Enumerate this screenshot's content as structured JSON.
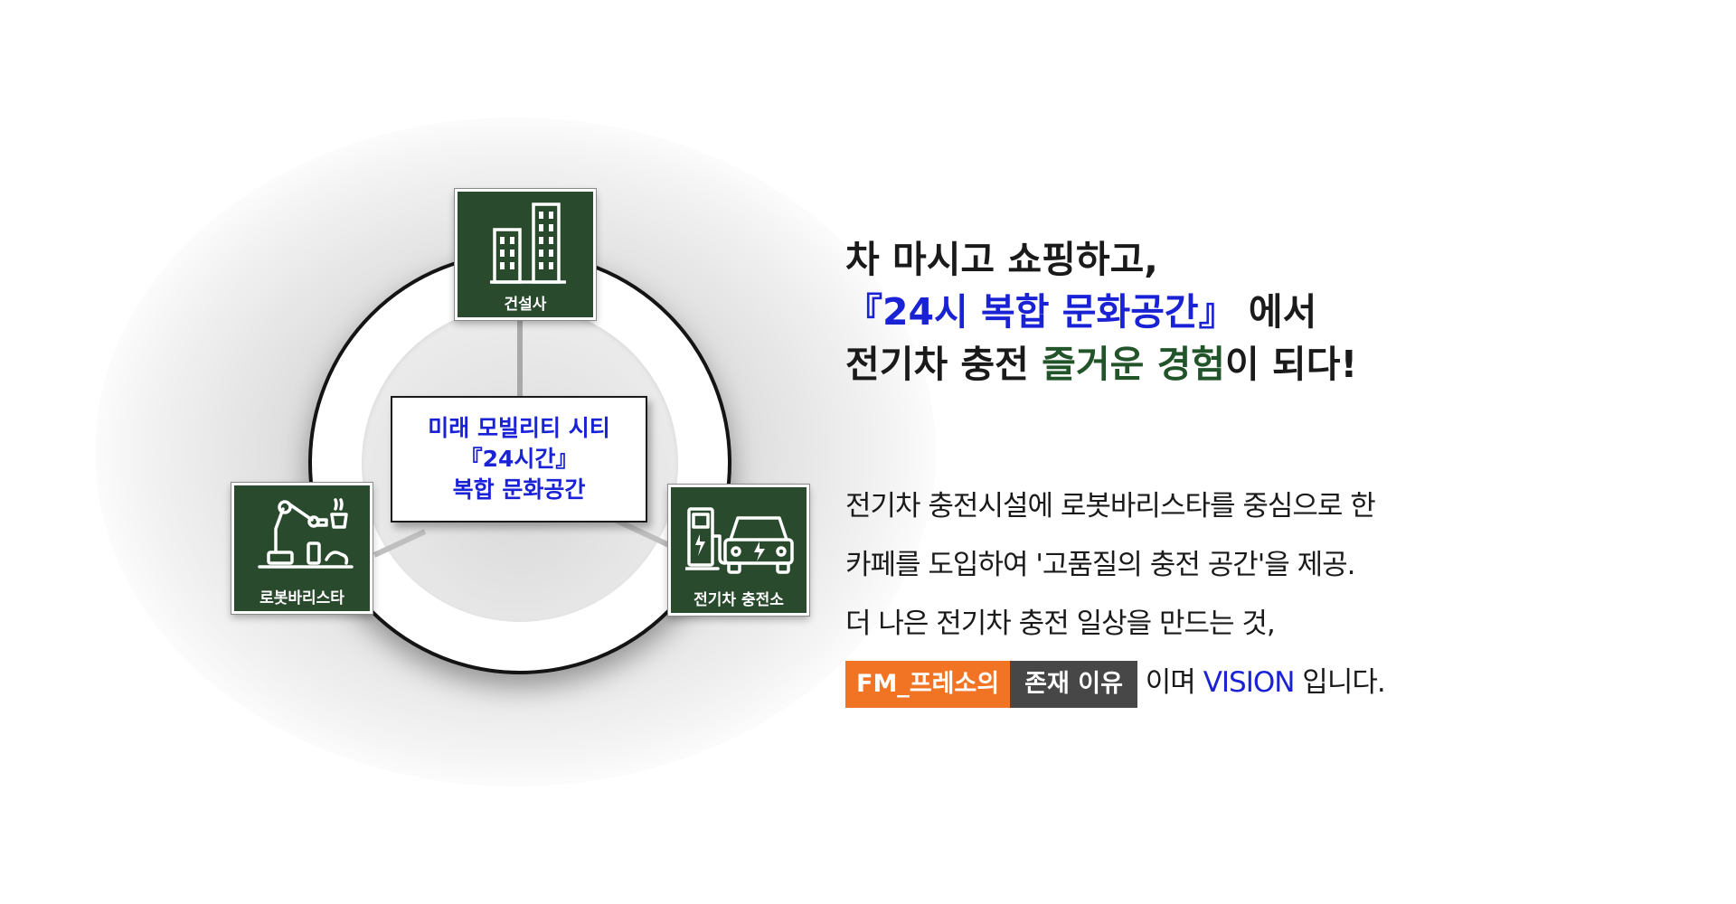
{
  "diagram": {
    "nodes": {
      "builder": {
        "label": "건설사",
        "icon": "buildings-icon"
      },
      "robot": {
        "label": "로봇바리스타",
        "icon": "robot-arm-icon"
      },
      "ev": {
        "label": "전기차 충전소",
        "icon": "ev-charger-car-icon"
      }
    },
    "center": {
      "line1": "미래 모빌리티 시티",
      "line2": "『24시간』",
      "line3": "복합 문화공간"
    }
  },
  "headline": {
    "line1": "차 마시고 쇼핑하고,",
    "line2_highlight": "『24시 복합 문화공간』",
    "line2_rest": " 에서",
    "line3_start": "전기차 충전 ",
    "line3_highlight": "즐거운 경험",
    "line3_end": "이 되다!"
  },
  "body": {
    "line1": "전기차 충전시설에 로봇바리스타를 중심으로 한",
    "line2": "카페를 도입하여 '고품질의 충전 공간'을 제공.",
    "line3": "더 나은 전기차 충전 일상을 만드는 것,",
    "tag_orange": "FM_프레소의",
    "tag_dark": "존재 이유",
    "line4_mid": " 이며 ",
    "line4_vision": "VISION",
    "line4_end": " 입니다."
  },
  "colors": {
    "node_green": "#2a4a2e",
    "accent_blue": "#1a22d6",
    "accent_green": "#22542a",
    "tag_orange": "#f07424",
    "tag_dark": "#474747"
  }
}
